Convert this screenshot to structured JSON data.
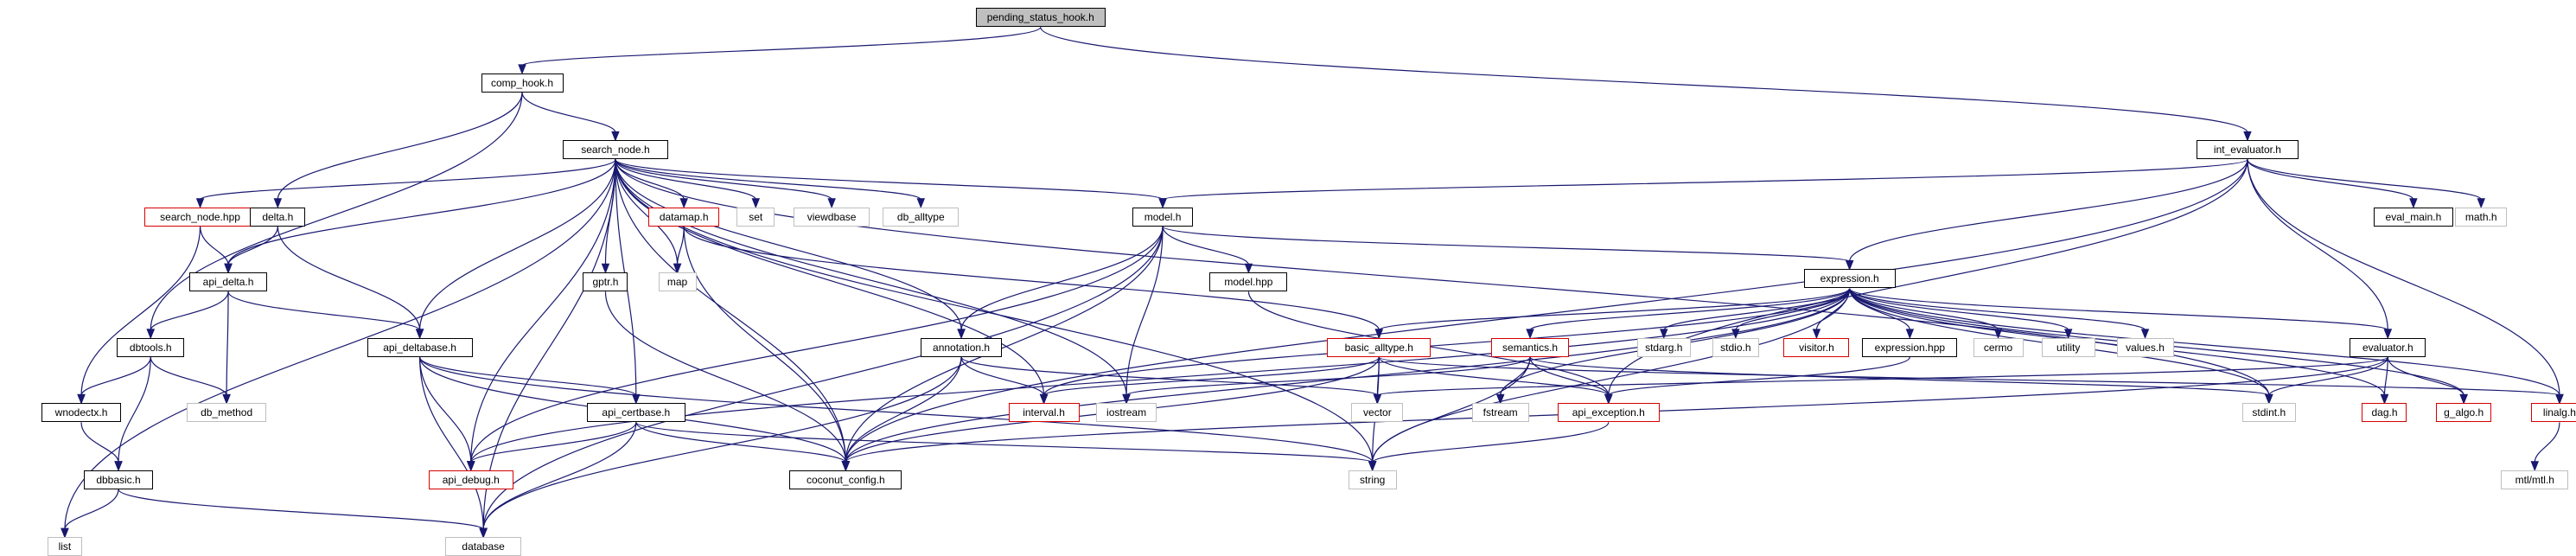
{
  "colors": {
    "edge": "#191970",
    "root_fill": "#bfbfbf",
    "normal_border": "#000000",
    "red_border": "#d80000",
    "gray_border": "#bfbfbf"
  },
  "nodes": [
    {
      "id": "pending_status_hook",
      "label": "pending_status_hook.h",
      "style": "root"
    },
    {
      "id": "comp_hook",
      "label": "comp_hook.h",
      "style": "normal"
    },
    {
      "id": "int_evaluator",
      "label": "int_evaluator.h",
      "style": "normal"
    },
    {
      "id": "search_node",
      "label": "search_node.h",
      "style": "normal"
    },
    {
      "id": "search_node_hpp",
      "label": "search_node.hpp",
      "style": "red"
    },
    {
      "id": "delta",
      "label": "delta.h",
      "style": "normal"
    },
    {
      "id": "datamap",
      "label": "datamap.h",
      "style": "red"
    },
    {
      "id": "set",
      "label": "set",
      "style": "gray"
    },
    {
      "id": "viewdbase",
      "label": "viewdbase",
      "style": "gray"
    },
    {
      "id": "db_alltype",
      "label": "db_alltype",
      "style": "gray"
    },
    {
      "id": "model",
      "label": "model.h",
      "style": "normal"
    },
    {
      "id": "eval_main",
      "label": "eval_main.h",
      "style": "normal"
    },
    {
      "id": "math",
      "label": "math.h",
      "style": "gray"
    },
    {
      "id": "api_delta",
      "label": "api_delta.h",
      "style": "normal"
    },
    {
      "id": "gptr",
      "label": "gptr.h",
      "style": "normal"
    },
    {
      "id": "map",
      "label": "map",
      "style": "gray"
    },
    {
      "id": "model_hpp",
      "label": "model.hpp",
      "style": "normal"
    },
    {
      "id": "expression",
      "label": "expression.h",
      "style": "normal"
    },
    {
      "id": "dbtools",
      "label": "dbtools.h",
      "style": "normal"
    },
    {
      "id": "api_deltabase",
      "label": "api_deltabase.h",
      "style": "normal"
    },
    {
      "id": "annotation",
      "label": "annotation.h",
      "style": "normal"
    },
    {
      "id": "basic_alltype",
      "label": "basic_alltype.h",
      "style": "red"
    },
    {
      "id": "semantics",
      "label": "semantics.h",
      "style": "red"
    },
    {
      "id": "stdarg",
      "label": "stdarg.h",
      "style": "gray"
    },
    {
      "id": "stdio",
      "label": "stdio.h",
      "style": "gray"
    },
    {
      "id": "visitor",
      "label": "visitor.h",
      "style": "red"
    },
    {
      "id": "expression_hpp",
      "label": "expression.hpp",
      "style": "normal"
    },
    {
      "id": "cermo",
      "label": "cermo",
      "style": "gray"
    },
    {
      "id": "utility",
      "label": "utility",
      "style": "gray"
    },
    {
      "id": "values",
      "label": "values.h",
      "style": "gray"
    },
    {
      "id": "evaluator",
      "label": "evaluator.h",
      "style": "normal"
    },
    {
      "id": "wnodectx",
      "label": "wnodectx.h",
      "style": "normal"
    },
    {
      "id": "db_method",
      "label": "db_method",
      "style": "gray"
    },
    {
      "id": "api_certbase",
      "label": "api_certbase.h",
      "style": "normal"
    },
    {
      "id": "interval",
      "label": "interval.h",
      "style": "red"
    },
    {
      "id": "iostream",
      "label": "iostream",
      "style": "gray"
    },
    {
      "id": "vector",
      "label": "vector",
      "style": "gray"
    },
    {
      "id": "fstream",
      "label": "fstream",
      "style": "gray"
    },
    {
      "id": "api_exception",
      "label": "api_exception.h",
      "style": "red"
    },
    {
      "id": "stdint",
      "label": "stdint.h",
      "style": "gray"
    },
    {
      "id": "dag",
      "label": "dag.h",
      "style": "red"
    },
    {
      "id": "g_algo",
      "label": "g_algo.h",
      "style": "red"
    },
    {
      "id": "linalg",
      "label": "linalg.h",
      "style": "red"
    },
    {
      "id": "dbbasic",
      "label": "dbbasic.h",
      "style": "normal"
    },
    {
      "id": "api_debug",
      "label": "api_debug.h",
      "style": "red"
    },
    {
      "id": "coconut_config",
      "label": "coconut_config.h",
      "style": "normal"
    },
    {
      "id": "string",
      "label": "string",
      "style": "gray"
    },
    {
      "id": "mtl",
      "label": "mtl/mtl.h",
      "style": "gray"
    },
    {
      "id": "list",
      "label": "list",
      "style": "gray"
    },
    {
      "id": "database",
      "label": "database",
      "style": "gray"
    }
  ],
  "edges": [
    [
      "pending_status_hook",
      "comp_hook"
    ],
    [
      "pending_status_hook",
      "int_evaluator"
    ],
    [
      "comp_hook",
      "search_node"
    ],
    [
      "comp_hook",
      "delta"
    ],
    [
      "comp_hook",
      "dbtools"
    ],
    [
      "search_node",
      "list"
    ],
    [
      "search_node",
      "search_node_hpp"
    ],
    [
      "search_node",
      "api_delta"
    ],
    [
      "search_node",
      "api_deltabase"
    ],
    [
      "search_node",
      "api_debug"
    ],
    [
      "search_node",
      "database"
    ],
    [
      "search_node",
      "api_certbase"
    ],
    [
      "search_node",
      "gptr"
    ],
    [
      "search_node",
      "map"
    ],
    [
      "search_node",
      "datamap"
    ],
    [
      "search_node",
      "set"
    ],
    [
      "search_node",
      "viewdbase"
    ],
    [
      "search_node",
      "db_alltype"
    ],
    [
      "search_node",
      "model"
    ],
    [
      "search_node",
      "annotation"
    ],
    [
      "search_node",
      "interval"
    ],
    [
      "search_node",
      "iostream"
    ],
    [
      "search_node",
      "string"
    ],
    [
      "search_node",
      "stdint"
    ],
    [
      "search_node",
      "coconut_config"
    ],
    [
      "search_node_hpp",
      "api_delta"
    ],
    [
      "search_node_hpp",
      "wnodectx"
    ],
    [
      "delta",
      "api_delta"
    ],
    [
      "delta",
      "api_deltabase"
    ],
    [
      "api_delta",
      "dbtools"
    ],
    [
      "api_delta",
      "db_method"
    ],
    [
      "api_delta",
      "api_deltabase"
    ],
    [
      "dbtools",
      "wnodectx"
    ],
    [
      "dbtools",
      "db_method"
    ],
    [
      "dbtools",
      "dbbasic"
    ],
    [
      "wnodectx",
      "dbbasic"
    ],
    [
      "dbbasic",
      "list"
    ],
    [
      "dbbasic",
      "database"
    ],
    [
      "api_deltabase",
      "api_debug"
    ],
    [
      "api_deltabase",
      "database"
    ],
    [
      "api_deltabase",
      "api_certbase"
    ],
    [
      "api_deltabase",
      "coconut_config"
    ],
    [
      "api_deltabase",
      "string"
    ],
    [
      "api_certbase",
      "api_debug"
    ],
    [
      "api_certbase",
      "database"
    ],
    [
      "api_certbase",
      "coconut_config"
    ],
    [
      "api_certbase",
      "string"
    ],
    [
      "gptr",
      "coconut_config"
    ],
    [
      "datamap",
      "map"
    ],
    [
      "datamap",
      "coconut_config"
    ],
    [
      "datamap",
      "basic_alltype"
    ],
    [
      "model",
      "annotation"
    ],
    [
      "model",
      "model_hpp"
    ],
    [
      "model",
      "expression"
    ],
    [
      "model",
      "api_debug"
    ],
    [
      "model",
      "iostream"
    ],
    [
      "model",
      "coconut_config"
    ],
    [
      "model",
      "database"
    ],
    [
      "model_hpp",
      "api_exception"
    ],
    [
      "annotation",
      "interval"
    ],
    [
      "annotation",
      "vector"
    ],
    [
      "annotation",
      "coconut_config"
    ],
    [
      "annotation",
      "database"
    ],
    [
      "int_evaluator",
      "model"
    ],
    [
      "int_evaluator",
      "expression"
    ],
    [
      "int_evaluator",
      "eval_main"
    ],
    [
      "int_evaluator",
      "math"
    ],
    [
      "int_evaluator",
      "evaluator"
    ],
    [
      "int_evaluator",
      "linalg"
    ],
    [
      "int_evaluator",
      "coconut_config"
    ],
    [
      "int_evaluator",
      "api_exception"
    ],
    [
      "expression",
      "basic_alltype"
    ],
    [
      "expression",
      "semantics"
    ],
    [
      "expression",
      "stdarg"
    ],
    [
      "expression",
      "stdio"
    ],
    [
      "expression",
      "visitor"
    ],
    [
      "expression",
      "expression_hpp"
    ],
    [
      "expression",
      "cermo"
    ],
    [
      "expression",
      "utility"
    ],
    [
      "expression",
      "values"
    ],
    [
      "expression",
      "evaluator"
    ],
    [
      "expression",
      "dag"
    ],
    [
      "expression",
      "g_algo"
    ],
    [
      "expression",
      "linalg"
    ],
    [
      "expression",
      "api_debug"
    ],
    [
      "expression",
      "interval"
    ],
    [
      "expression",
      "fstream"
    ],
    [
      "expression",
      "coconut_config"
    ],
    [
      "expression",
      "string"
    ],
    [
      "expression",
      "stdint"
    ],
    [
      "basic_alltype",
      "interval"
    ],
    [
      "basic_alltype",
      "vector"
    ],
    [
      "basic_alltype",
      "api_exception"
    ],
    [
      "basic_alltype",
      "coconut_config"
    ],
    [
      "basic_alltype",
      "string"
    ],
    [
      "basic_alltype",
      "linalg"
    ],
    [
      "semantics",
      "fstream"
    ],
    [
      "semantics",
      "iostream"
    ],
    [
      "semantics",
      "api_exception"
    ],
    [
      "semantics",
      "string"
    ],
    [
      "semantics",
      "stdint"
    ],
    [
      "expression_hpp",
      "api_exception"
    ],
    [
      "api_exception",
      "string"
    ],
    [
      "evaluator",
      "vector"
    ],
    [
      "evaluator",
      "stdint"
    ],
    [
      "evaluator",
      "dag"
    ],
    [
      "evaluator",
      "g_algo"
    ],
    [
      "evaluator",
      "coconut_config"
    ],
    [
      "linalg",
      "mtl"
    ]
  ]
}
